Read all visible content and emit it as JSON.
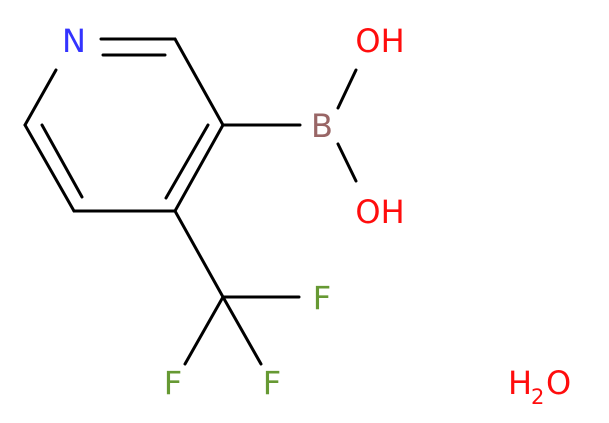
{
  "molecule": {
    "atoms": {
      "n": "N",
      "b": "B",
      "oh_top": "OH",
      "oh_bottom": "OH",
      "f_right": "F",
      "f_left": "F",
      "f_bottom": "F"
    },
    "water": {
      "h": "H",
      "subscript": "2",
      "o": "O"
    }
  },
  "colors": {
    "bond": "#000000",
    "nitrogen": "#3333ff",
    "boron": "#996666",
    "oxygen": "#ff0d0d",
    "fluorine": "#669933",
    "background": "#ffffff"
  }
}
